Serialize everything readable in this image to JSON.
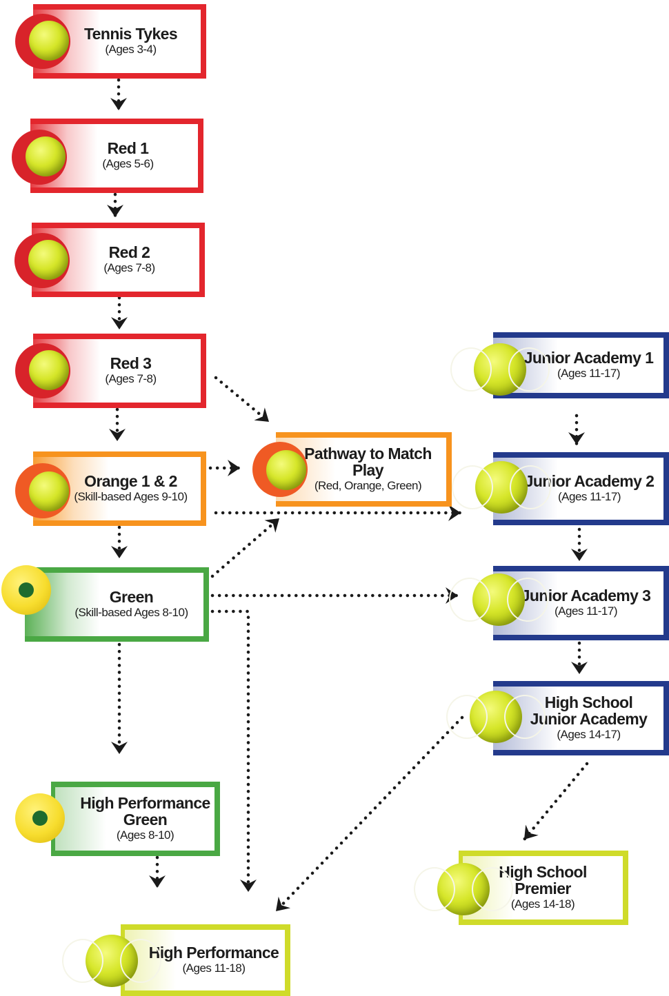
{
  "colors": {
    "red": "#e3262d",
    "orange": "#f7931e",
    "green": "#4aa844",
    "navy": "#233a8c",
    "lime": "#cfdb2a",
    "arrow": "#1a1a1a"
  },
  "icons": {
    "red_ball": "red-felt-tennis-ball-icon",
    "orange_ball": "orange-felt-tennis-ball-icon",
    "green_dot_ball": "green-dot-tennis-ball-icon",
    "tennis_ball": "tennis-ball-icon"
  },
  "nodes": {
    "tennis_tykes": {
      "title": "Tennis Tykes",
      "sub": "(Ages 3-4)"
    },
    "red1": {
      "title": "Red 1",
      "sub": "(Ages 5-6)"
    },
    "red2": {
      "title": "Red 2",
      "sub": "(Ages 7-8)"
    },
    "red3": {
      "title": "Red 3",
      "sub": "(Ages 7-8)"
    },
    "orange": {
      "title": "Orange 1 & 2",
      "sub": "(Skill-based Ages 9-10)"
    },
    "green": {
      "title": "Green",
      "sub": "(Skill-based Ages 8-10)"
    },
    "hp_green": {
      "title1": "High Performance",
      "title2": "Green",
      "sub": "(Ages 8-10)"
    },
    "pathway": {
      "title1": "Pathway to Match",
      "title2": "Play",
      "sub": "(Red, Orange, Green)"
    },
    "ja1": {
      "title": "Junior Academy 1",
      "sub": "(Ages 11-17)"
    },
    "ja2": {
      "title": "Junior Academy 2",
      "sub": "(Ages 11-17)"
    },
    "ja3": {
      "title": "Junior Academy 3",
      "sub": "(Ages 11-17)"
    },
    "hs_ja": {
      "title1": "High School",
      "title2": "Junior Academy",
      "sub": "(Ages 14-17)"
    },
    "hs_premier": {
      "title1": "High School",
      "title2": "Premier",
      "sub": "(Ages 14-18)"
    },
    "high_performance": {
      "title": "High Performance",
      "sub": "(Ages 11-18)"
    }
  },
  "edges": [
    {
      "from": "Tennis Tykes",
      "to": "Red 1"
    },
    {
      "from": "Red 1",
      "to": "Red 2"
    },
    {
      "from": "Red 2",
      "to": "Red 3"
    },
    {
      "from": "Red 3",
      "to": "Orange 1 & 2"
    },
    {
      "from": "Red 3",
      "to": "Pathway to Match Play"
    },
    {
      "from": "Orange 1 & 2",
      "to": "Pathway to Match Play"
    },
    {
      "from": "Orange 1 & 2",
      "to": "Junior Academy 2"
    },
    {
      "from": "Orange 1 & 2",
      "to": "Green"
    },
    {
      "from": "Green",
      "to": "Pathway to Match Play"
    },
    {
      "from": "Green",
      "to": "Junior Academy 3"
    },
    {
      "from": "Green",
      "to": "High Performance Green"
    },
    {
      "from": "Green",
      "to": "High Performance"
    },
    {
      "from": "High Performance Green",
      "to": "High Performance"
    },
    {
      "from": "Junior Academy 1",
      "to": "Junior Academy 2"
    },
    {
      "from": "Junior Academy 2",
      "to": "Junior Academy 3"
    },
    {
      "from": "Junior Academy 3",
      "to": "High School Junior Academy"
    },
    {
      "from": "High School Junior Academy",
      "to": "High School Premier"
    },
    {
      "from": "High School Junior Academy",
      "to": "High Performance"
    }
  ]
}
